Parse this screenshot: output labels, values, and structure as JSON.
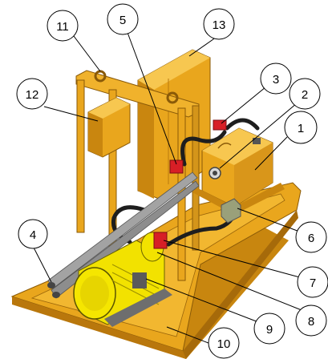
{
  "callouts": [
    {
      "id": "c1",
      "label": "1"
    },
    {
      "id": "c2",
      "label": "2"
    },
    {
      "id": "c3",
      "label": "3"
    },
    {
      "id": "c4",
      "label": "4"
    },
    {
      "id": "c5",
      "label": "5"
    },
    {
      "id": "c6",
      "label": "6"
    },
    {
      "id": "c7",
      "label": "7"
    },
    {
      "id": "c8",
      "label": "8"
    },
    {
      "id": "c9",
      "label": "9"
    },
    {
      "id": "c10",
      "label": "10"
    },
    {
      "id": "c11",
      "label": "11"
    },
    {
      "id": "c12",
      "label": "12"
    },
    {
      "id": "c13",
      "label": "13"
    }
  ],
  "colors": {
    "frame": "#e8a51c",
    "frame_dark": "#b97a10",
    "frame_light": "#f7c750",
    "valve_red": "#d71f26",
    "motor_yellow": "#f2e200",
    "hose": "#1e1e1e",
    "pipe": "#9a9a9a"
  }
}
